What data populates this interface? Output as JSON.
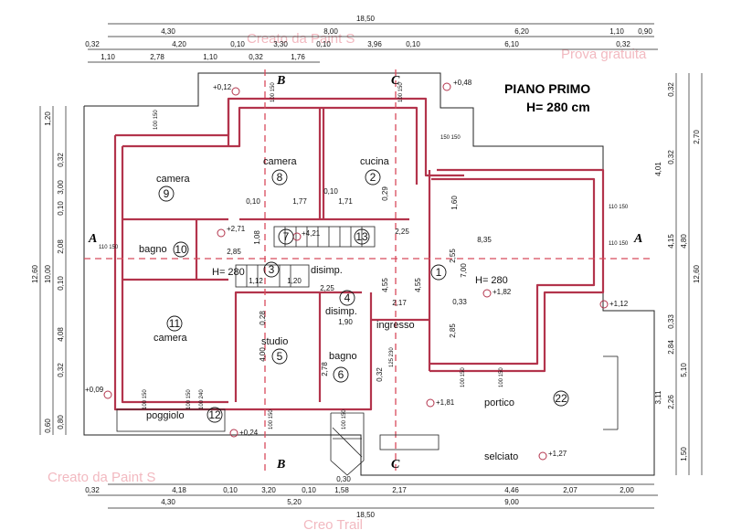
{
  "title": {
    "line1": "PIANO PRIMO",
    "line2": "H= 280 cm"
  },
  "watermarks": [
    "Creato da Paint S",
    "Prova gratuita",
    "Creato da Paint S",
    "Creo Trail"
  ],
  "colors": {
    "wall": "#b3344c",
    "wall_fill": "#f3d1d7",
    "line": "#111111"
  },
  "sections": {
    "A": "A",
    "B": "B",
    "C": "C"
  },
  "rooms": [
    {
      "name": "camera",
      "num": "9"
    },
    {
      "name": "bagno",
      "num": "10"
    },
    {
      "name": "camera",
      "num": "11"
    },
    {
      "name": "poggiolo",
      "num": "12"
    },
    {
      "name": "camera",
      "num": "8"
    },
    {
      "name": "cucina",
      "num": "2"
    },
    {
      "name": "",
      "num": "7"
    },
    {
      "name": "",
      "num": "13"
    },
    {
      "name": "",
      "num": "3"
    },
    {
      "name": "disimp.",
      "num": ""
    },
    {
      "name": "disimp.",
      "num": "4"
    },
    {
      "name": "studio",
      "num": "5"
    },
    {
      "name": "bagno",
      "num": "6"
    },
    {
      "name": "ingresso",
      "num": ""
    },
    {
      "name": "",
      "num": "1"
    },
    {
      "name": "portico",
      "num": "22"
    },
    {
      "name": "selciato",
      "num": ""
    }
  ],
  "heights": {
    "h1": "H= 280",
    "h2": "H= 280"
  },
  "levels": [
    "+0,12",
    "+0,48",
    "+2,71",
    "+4,21",
    "+1,82",
    "+1,12",
    "+0,09",
    "+0,24",
    "+1,81",
    "+1,27"
  ],
  "dims_top": [
    "18,50",
    "4,30",
    "8,00",
    "6,20",
    "1,10",
    "0,90",
    "0,32",
    "4,20",
    "0,10",
    "3,30",
    "0,10",
    "3,96",
    "0,10",
    "6,10",
    "0,32",
    "1,10",
    "2,78",
    "1,10",
    "0,32",
    "1,76"
  ],
  "dims_bottom": [
    "0,32",
    "4,18",
    "0,10",
    "3,20",
    "0,10",
    "1,58",
    "2,17",
    "4,46",
    "2,07",
    "2,00",
    "4,30",
    "5,20",
    "9,00",
    "0,30",
    "18,50"
  ],
  "dims_left": [
    "12,60",
    "10,00",
    "1,20",
    "0,32",
    "3,00",
    "0,10",
    "2,08",
    "0,10",
    "4,08",
    "0,32",
    "0,60",
    "0,80"
  ],
  "dims_right": [
    "0,32",
    "2,70",
    "0,32",
    "4,01",
    "4,15",
    "4,80",
    "12,60",
    "0,33",
    "2,84",
    "3,11",
    "5,10",
    "2,26",
    "1,50"
  ],
  "dims_inner": [
    "0,10",
    "1,77",
    "0,10",
    "1,71",
    "0,29",
    "1,60",
    "2,25",
    "8,35",
    "2,85",
    "1,08",
    "1,12",
    "1,20",
    "2,25",
    "4,55",
    "4,55",
    "2,17",
    "7,00",
    "0,33",
    "2,85",
    "1,90",
    "0,28",
    "4,00",
    "2,78",
    "2,55",
    "0,32"
  ],
  "windows": [
    "100 150",
    "100 150",
    "100 150",
    "150 150",
    "110 150",
    "110 150",
    "110 150",
    "100 150",
    "100 150",
    "100 150",
    "100 150",
    "100 240",
    "100 150",
    "100 150",
    "125 230"
  ]
}
